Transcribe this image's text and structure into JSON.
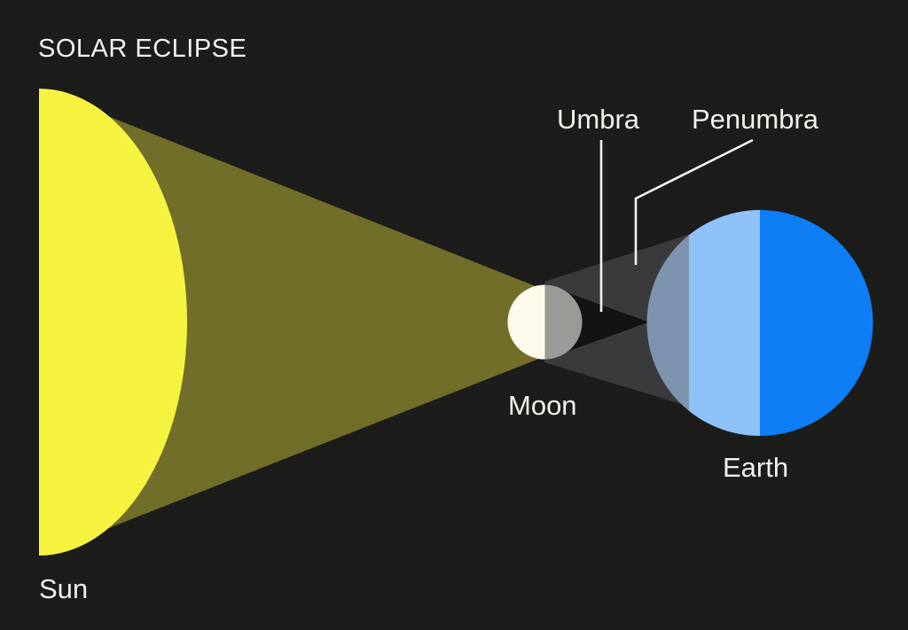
{
  "title": "SOLAR ECLIPSE",
  "labels": {
    "sun": "Sun",
    "moon": "Moon",
    "earth": "Earth",
    "umbra": "Umbra",
    "penumbra": "Penumbra"
  },
  "colors": {
    "background": "#1c1c1b",
    "sun": "#f5f340",
    "light_cone": "#716e29",
    "penumbra_shadow": "#3a3a3d",
    "umbra_shadow": "#131311",
    "moon_lit_half": "#fcfaeb",
    "moon_shadow_half": "#9a9a97",
    "earth_penumbra_band": "#7e93ae",
    "earth_twilight_band": "#8fc2f9",
    "earth_day_side": "#0d7ef5",
    "leader_line": "#f2f1ea",
    "text": "#f2f1ea"
  }
}
